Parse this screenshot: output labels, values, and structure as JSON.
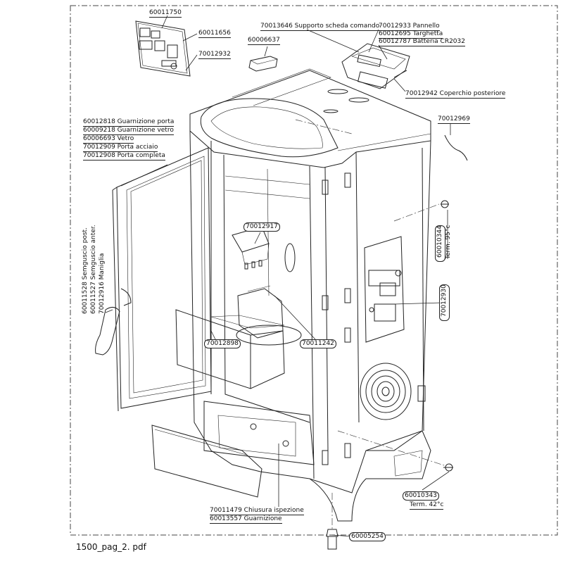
{
  "footer": "1500_pag_2. pdf",
  "labels": {
    "l60011750": "60011750",
    "l60011656": "60011656",
    "l70012932": "70012932",
    "l60006637": "60006637",
    "l70013646": "70013646 Supporto scheda comando",
    "l70012933": "70012933 Pannello",
    "l60012695": "60012695 Targhetta",
    "l60012787": "60012787 Batteria CR2032",
    "l70012942": "70012942 Coperchio posteriore",
    "l70012969": "70012969",
    "l60012818": "60012818 Guarnizione porta",
    "l60009218": "60009218 Guarnizione vetro",
    "l60006693": "60006693 Vetro",
    "l70012909": "70012909 Porta acciaio",
    "l70012908": "70012908 Porta completa",
    "l60011528": "60011528 Semguscio post.",
    "l60011527": "60011527 Semguscio anter.",
    "l70012916": "70012916 Maniglia",
    "l70012917": "70012917",
    "l60010344": "60010344",
    "l60010344t": "Term. 95°c",
    "l70012930": "70012930",
    "l70012898": "70012898",
    "l70011242": "70011242",
    "l70011479": "70011479 Chiusura ispezione",
    "l60013557": "60013557 Guarnizione",
    "l60010343": "60010343",
    "l60010343t": "Term. 42°c",
    "l60005254": "60005254"
  }
}
